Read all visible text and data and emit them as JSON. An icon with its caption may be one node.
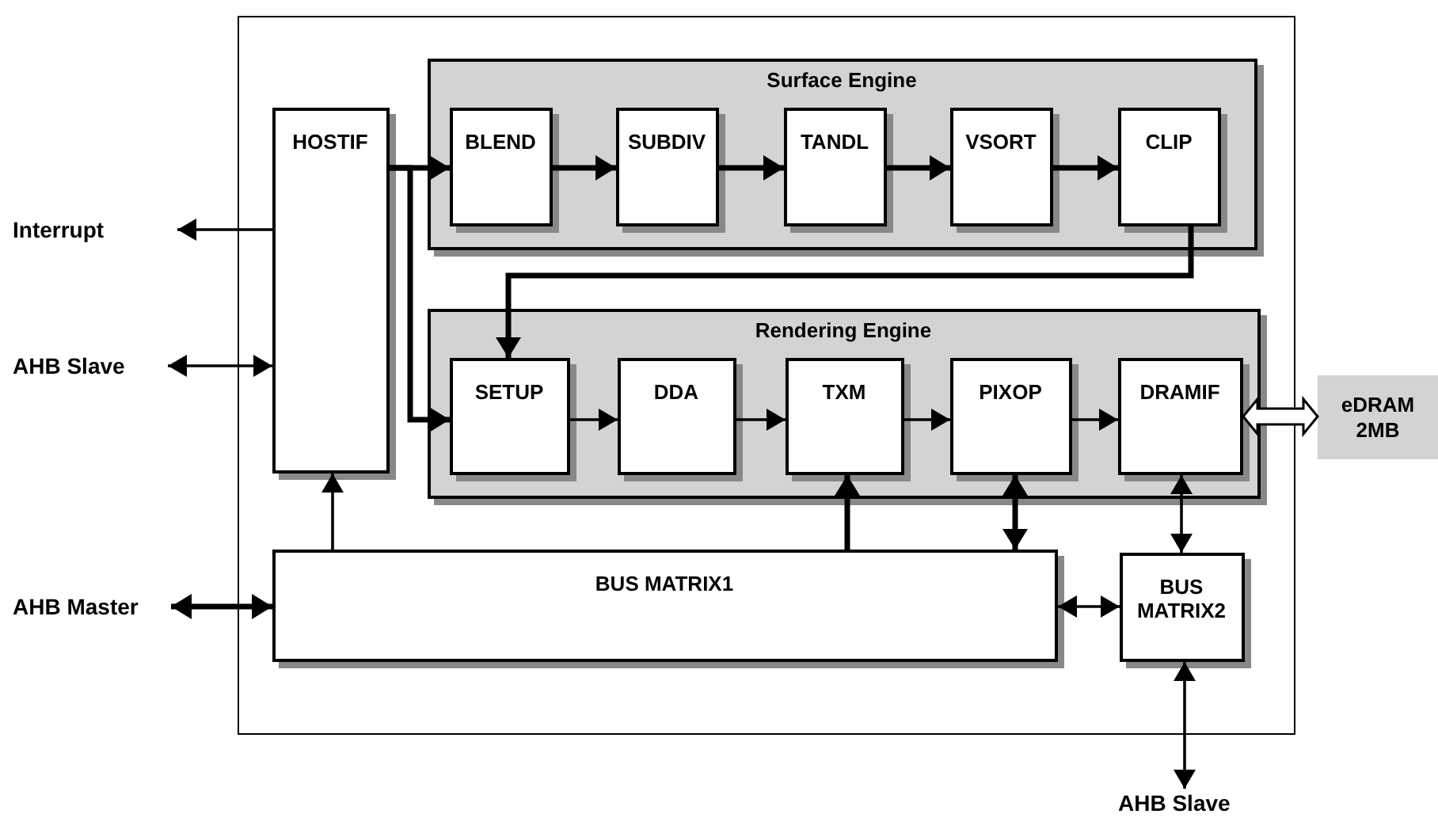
{
  "diagram": {
    "nodes": [
      {
        "text": [],
        "shape": "box"
      },
      {
        "text": [
          "HOSTIF"
        ],
        "in": 0
      },
      {
        "text": [
          "Surface Engine"
        ],
        "in": 0
      },
      {
        "text": [
          "BLEND"
        ],
        "in": 2
      },
      {
        "text": [
          "SUBDIV"
        ],
        "in": 2
      },
      {
        "text": [
          "TANDL"
        ],
        "in": 2
      },
      {
        "text": [
          "VSORT"
        ],
        "in": 2
      },
      {
        "text": [
          "CLIP"
        ],
        "in": 2
      },
      {
        "text": [
          "Rendering Engine"
        ],
        "in": 0
      },
      {
        "text": [
          "SETUP"
        ],
        "in": 8
      },
      {
        "text": [
          "DDA"
        ],
        "in": 8
      },
      {
        "text": [
          "TXM"
        ],
        "in": 8
      },
      {
        "text": [
          "PIXOP"
        ],
        "in": 8
      },
      {
        "text": [
          "DRAMIF"
        ],
        "in": 8
      },
      {
        "text": [
          "BUS MATRIX1"
        ],
        "in": 0
      },
      {
        "text": [
          "BUS MATRIX2"
        ],
        "in": 0
      },
      {
        "text": [
          "eDRAM 2MB"
        ]
      },
      {
        "text": [
          "Interrupt"
        ]
      },
      {
        "text": [
          "AHB Slave"
        ]
      },
      {
        "text": [
          "AHB Master"
        ]
      },
      {
        "text": [
          "AHB Slave"
        ]
      }
    ],
    "edges": [
      {
        "from": 1,
        "to": 3,
        "arrow": "to",
        "style": "thick"
      },
      {
        "from": 1,
        "to": 9,
        "arrow": "to",
        "style": "thick"
      },
      {
        "from": 3,
        "to": 4,
        "arrow": "to",
        "style": "thick"
      },
      {
        "from": 4,
        "to": 5,
        "arrow": "to",
        "style": "thick"
      },
      {
        "from": 5,
        "to": 6,
        "arrow": "to",
        "style": "thick"
      },
      {
        "from": 6,
        "to": 7,
        "arrow": "to",
        "style": "thick"
      },
      {
        "from": 7,
        "to": 9,
        "arrow": "to",
        "style": "thick"
      },
      {
        "from": 9,
        "to": 10,
        "arrow": "to"
      },
      {
        "from": 10,
        "to": 11,
        "arrow": "to"
      },
      {
        "from": 11,
        "to": 12,
        "arrow": "to"
      },
      {
        "from": 12,
        "to": 13,
        "arrow": "to"
      },
      {
        "from": 13,
        "to": 16,
        "arrow": "both",
        "style": "thick"
      },
      {
        "from": 1,
        "to": 17,
        "arrow": "to"
      },
      {
        "from": 18,
        "to": 1,
        "arrow": "both"
      },
      {
        "from": 14,
        "to": 1,
        "arrow": "to"
      },
      {
        "from": 14,
        "to": 11,
        "arrow": "to",
        "style": "thick"
      },
      {
        "from": 12,
        "to": 14,
        "arrow": "both",
        "style": "thick"
      },
      {
        "from": 13,
        "to": 15,
        "arrow": "both"
      },
      {
        "from": 19,
        "to": 14,
        "arrow": "both",
        "style": "thick"
      },
      {
        "from": 14,
        "to": 15,
        "arrow": "both"
      },
      {
        "from": 15,
        "to": 20,
        "arrow": "both"
      }
    ]
  }
}
